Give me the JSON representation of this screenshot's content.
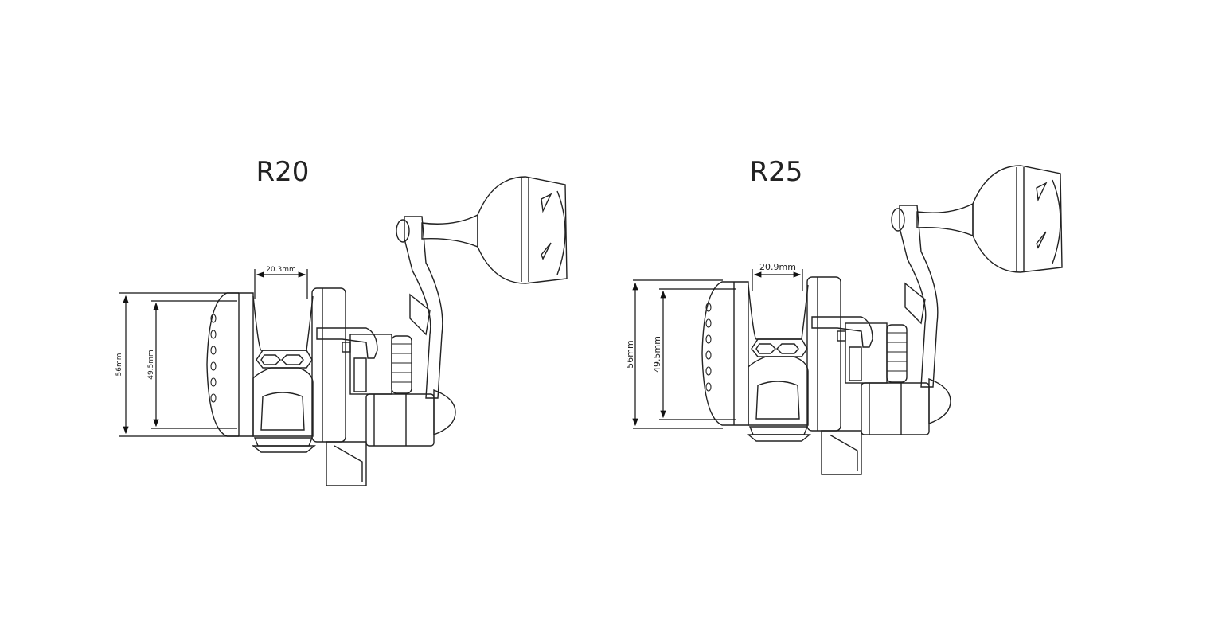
{
  "models": [
    {
      "title": "R20",
      "dimensions": {
        "outer_height": "56mm",
        "inner_height": "49.5mm",
        "spool_width": "20.3mm"
      }
    },
    {
      "title": "R25",
      "dimensions": {
        "outer_height": "56mm",
        "inner_height": "49.5mm",
        "spool_width": "20.9mm"
      }
    }
  ]
}
